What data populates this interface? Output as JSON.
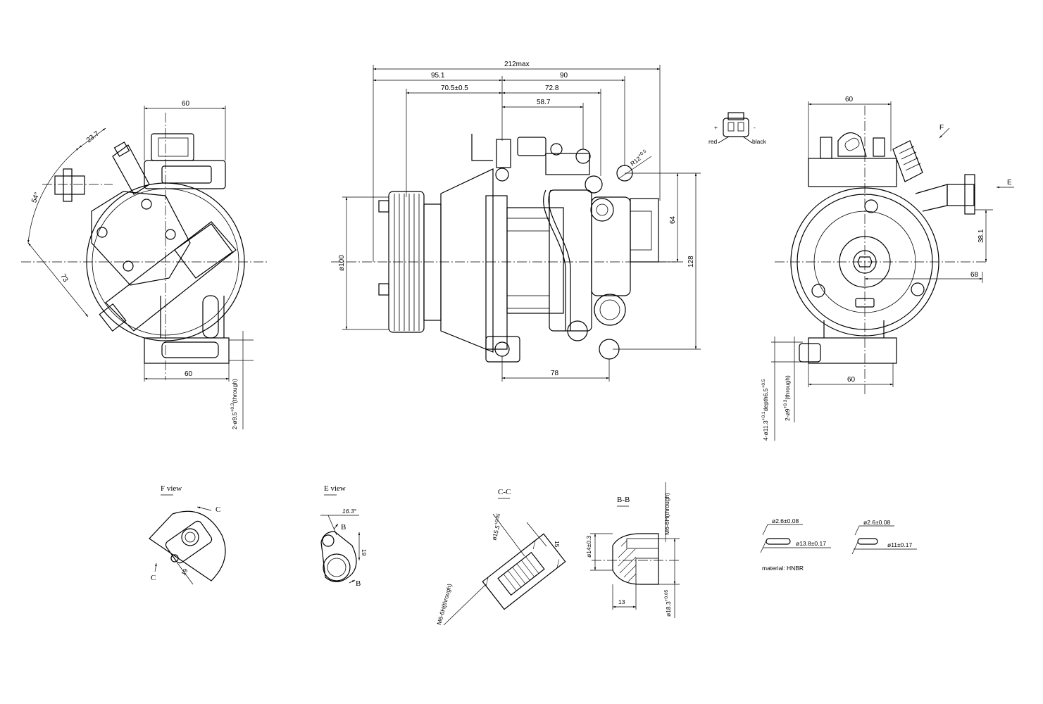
{
  "top_dims": {
    "overall": "212max",
    "left_a": "95.1",
    "right_a": "90",
    "left_b": "70.5±0.5",
    "right_b": "72.8",
    "right_c": "58.7",
    "radius": "R12",
    "radius_tol": "+0.5",
    "radius_tol_low": "0",
    "pulley_dia": "ø100",
    "height_64": "64",
    "height_128": "128",
    "base_78": "78"
  },
  "left_view": {
    "top_width": "60",
    "bottom_width": "60",
    "angle": "54°",
    "dim_23": "23.7",
    "dim_73": "73",
    "hole_note": "2-ø9.5",
    "hole_tol": "+0.3",
    "hole_tol_low": "0",
    "hole_suffix": "(through)"
  },
  "right_view": {
    "top_width": "60",
    "bottom_width": "60",
    "dim_38": "38.1",
    "dim_68": "68",
    "label_e": "E",
    "label_f": "F",
    "hole_note_a": "4-ø11.3",
    "hole_note_a_tol": "+0.1",
    "hole_note_a_depth": "depth6.5",
    "hole_note_a_depth_tol": "+0.5",
    "hole_note_b": "2-ø9",
    "hole_note_b_tol": "+0.3",
    "hole_note_b_suffix": "(through)"
  },
  "connector": {
    "plus": "+",
    "minus": "-",
    "red": "red",
    "black": "black"
  },
  "f_view": {
    "title": "F view",
    "label_c1": "C",
    "label_c2": "C",
    "dim": "19"
  },
  "e_view": {
    "title": "E view",
    "angle": "16.3°",
    "dim": "19",
    "label_b1": "B",
    "label_b2": "B"
  },
  "cc_section": {
    "title": "C-C",
    "dia": "ø15.5",
    "dia_tol": "+0.05",
    "dia_tol_low": "0",
    "dim_15": "15",
    "thread": "M6-6H(through)"
  },
  "bb_section": {
    "title": "B-B",
    "dia_a": "ø14±0.3",
    "dia_b": "ø18.3",
    "dia_b_tol": "+0.05",
    "dia_b_tol_low": "0",
    "dim_13": "13",
    "thread": "M6-6H(through)"
  },
  "orings": {
    "ring1_section": "ø2.6±0.08",
    "ring1_id": "ø13.8±0.17",
    "ring2_section": "ø2.6±0.08",
    "ring2_id": "ø11±0.17",
    "material": "material: HNBR"
  }
}
